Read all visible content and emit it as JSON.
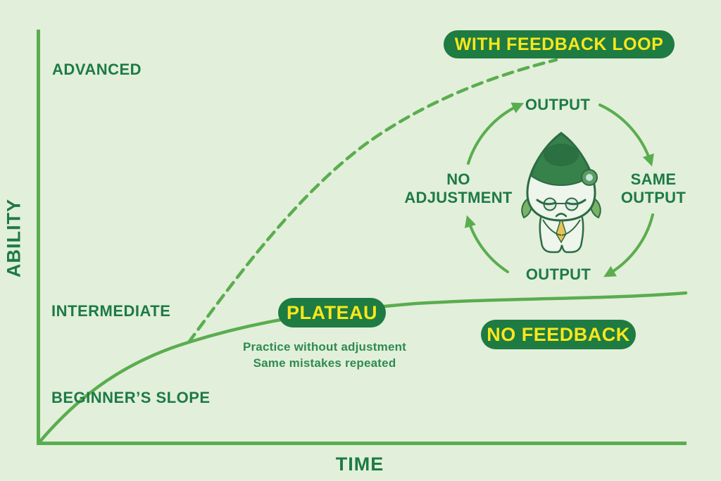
{
  "colors": {
    "background": "#e2efda",
    "line_green": "#5aad4f",
    "text_dark_green": "#1d7a46",
    "badge_background": "#1e7b41",
    "badge_text_yellow": "#f8e71c",
    "note_green": "#2e8b50"
  },
  "axes": {
    "y_label": "ABILITY",
    "x_label": "TIME"
  },
  "ability_levels": [
    {
      "label": "ADVANCED"
    },
    {
      "label": "INTERMEDIATE"
    },
    {
      "label": "BEGINNER’S SLOPE"
    }
  ],
  "badges": {
    "with_feedback": "WITH FEEDBACK LOOP",
    "plateau": "PLATEAU",
    "no_feedback": "NO FEEDBACK"
  },
  "plateau_note": {
    "line1": "Practice without adjustment",
    "line2": "Same mistakes repeated"
  },
  "feedback_cycle": {
    "direction": "clockwise",
    "top_label": "OUTPUT",
    "right_label": "SAME\nOUTPUT",
    "bottom_label": "OUTPUT",
    "left_label": "NO\nADJUSTMENT",
    "center": "sad-mascot-character"
  },
  "chart_data": {
    "type": "line",
    "qualitative": true,
    "xlabel": "TIME",
    "ylabel": "ABILITY",
    "y_level_annotations": [
      "ADVANCED",
      "INTERMEDIATE",
      "BEGINNER’S SLOPE"
    ],
    "series": [
      {
        "name": "WITH FEEDBACK LOOP",
        "style": "dashed",
        "shape": "rises steeply from the shared beginner slope and keeps climbing toward ADVANCED"
      },
      {
        "name": "NO FEEDBACK",
        "style": "solid",
        "shape": "rises from origin then flattens at a PLATEAU near INTERMEDIATE level"
      }
    ]
  }
}
